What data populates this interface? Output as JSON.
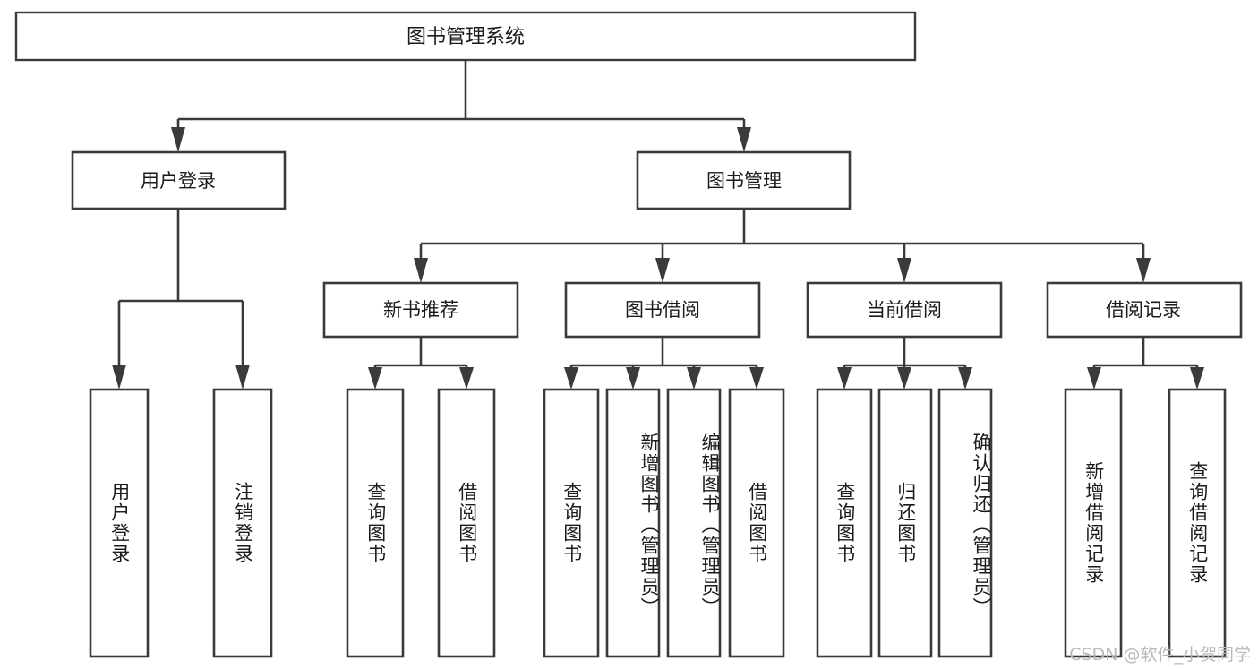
{
  "diagram": {
    "title": "图书管理系统",
    "type": "tree-hierarchy-diagram",
    "root": {
      "id": "root",
      "label": "图书管理系统"
    },
    "level2": [
      {
        "id": "user-login",
        "label": "用户登录"
      },
      {
        "id": "book-manage",
        "label": "图书管理"
      }
    ],
    "level3": [
      {
        "id": "new-book-recommend",
        "label": "新书推荐",
        "parent": "book-manage"
      },
      {
        "id": "book-borrow",
        "label": "图书借阅",
        "parent": "book-manage"
      },
      {
        "id": "current-borrow",
        "label": "当前借阅",
        "parent": "book-manage"
      },
      {
        "id": "borrow-record",
        "label": "借阅记录",
        "parent": "book-manage"
      }
    ],
    "leaves": [
      {
        "id": "leaf-user-login",
        "label": "用户登录",
        "parent": "user-login"
      },
      {
        "id": "leaf-logout-login",
        "label": "注销登录",
        "parent": "user-login"
      },
      {
        "id": "leaf-query-book-1",
        "label": "查询图书",
        "parent": "new-book-recommend"
      },
      {
        "id": "leaf-borrow-book-1",
        "label": "借阅图书",
        "parent": "new-book-recommend"
      },
      {
        "id": "leaf-query-book-2",
        "label": "查询图书",
        "parent": "book-borrow"
      },
      {
        "id": "leaf-add-book",
        "label": "新增图书（管理员）",
        "parent": "book-borrow"
      },
      {
        "id": "leaf-edit-book",
        "label": "编辑图书（管理员）",
        "parent": "book-borrow"
      },
      {
        "id": "leaf-borrow-book-2",
        "label": "借阅图书",
        "parent": "book-borrow"
      },
      {
        "id": "leaf-query-book-3",
        "label": "查询图书",
        "parent": "current-borrow"
      },
      {
        "id": "leaf-return-book",
        "label": "归还图书",
        "parent": "current-borrow"
      },
      {
        "id": "leaf-confirm-return",
        "label": "确认归还（管理员）",
        "parent": "current-borrow"
      },
      {
        "id": "leaf-add-record",
        "label": "新增借阅记录",
        "parent": "borrow-record"
      },
      {
        "id": "leaf-query-record",
        "label": "查询借阅记录",
        "parent": "borrow-record"
      }
    ],
    "colors": {
      "stroke": "#3a3a3a",
      "fill": "#ffffff",
      "text": "#1b1b1b",
      "watermark": "#b9b9b9",
      "background": "#ffffff"
    }
  },
  "watermark": {
    "text": "CSDN @软件_小贺同学"
  }
}
